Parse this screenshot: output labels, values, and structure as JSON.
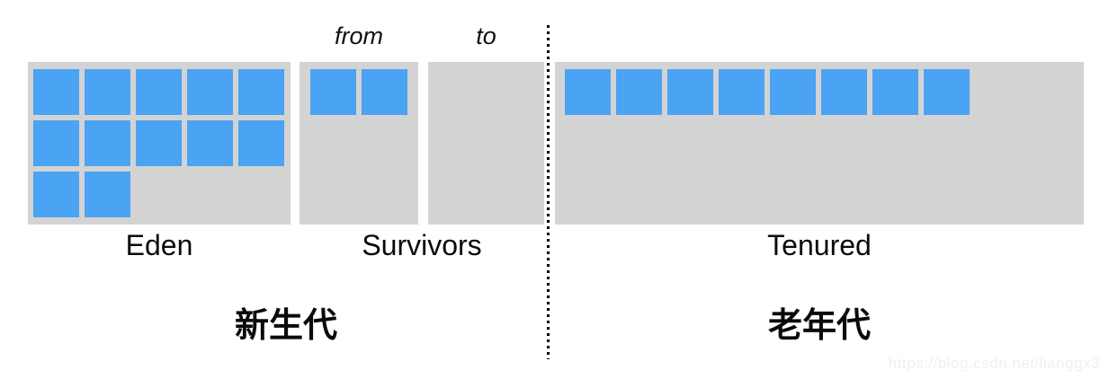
{
  "labels": {
    "from": "from",
    "to": "to"
  },
  "regions": {
    "eden": {
      "label": "Eden",
      "blocks": 12
    },
    "survivor_from": {
      "blocks": 2
    },
    "survivor_to": {
      "blocks": 0
    },
    "survivors_label": "Survivors",
    "tenured": {
      "label": "Tenured",
      "blocks": 8
    }
  },
  "generations": {
    "young": "新生代",
    "old": "老年代"
  },
  "watermark": "https://blog.csdn.net/lianggx3",
  "colors": {
    "block_color": "#4aa3f3",
    "region_bg": "#d3d3d4",
    "divider_color": "#000000"
  }
}
